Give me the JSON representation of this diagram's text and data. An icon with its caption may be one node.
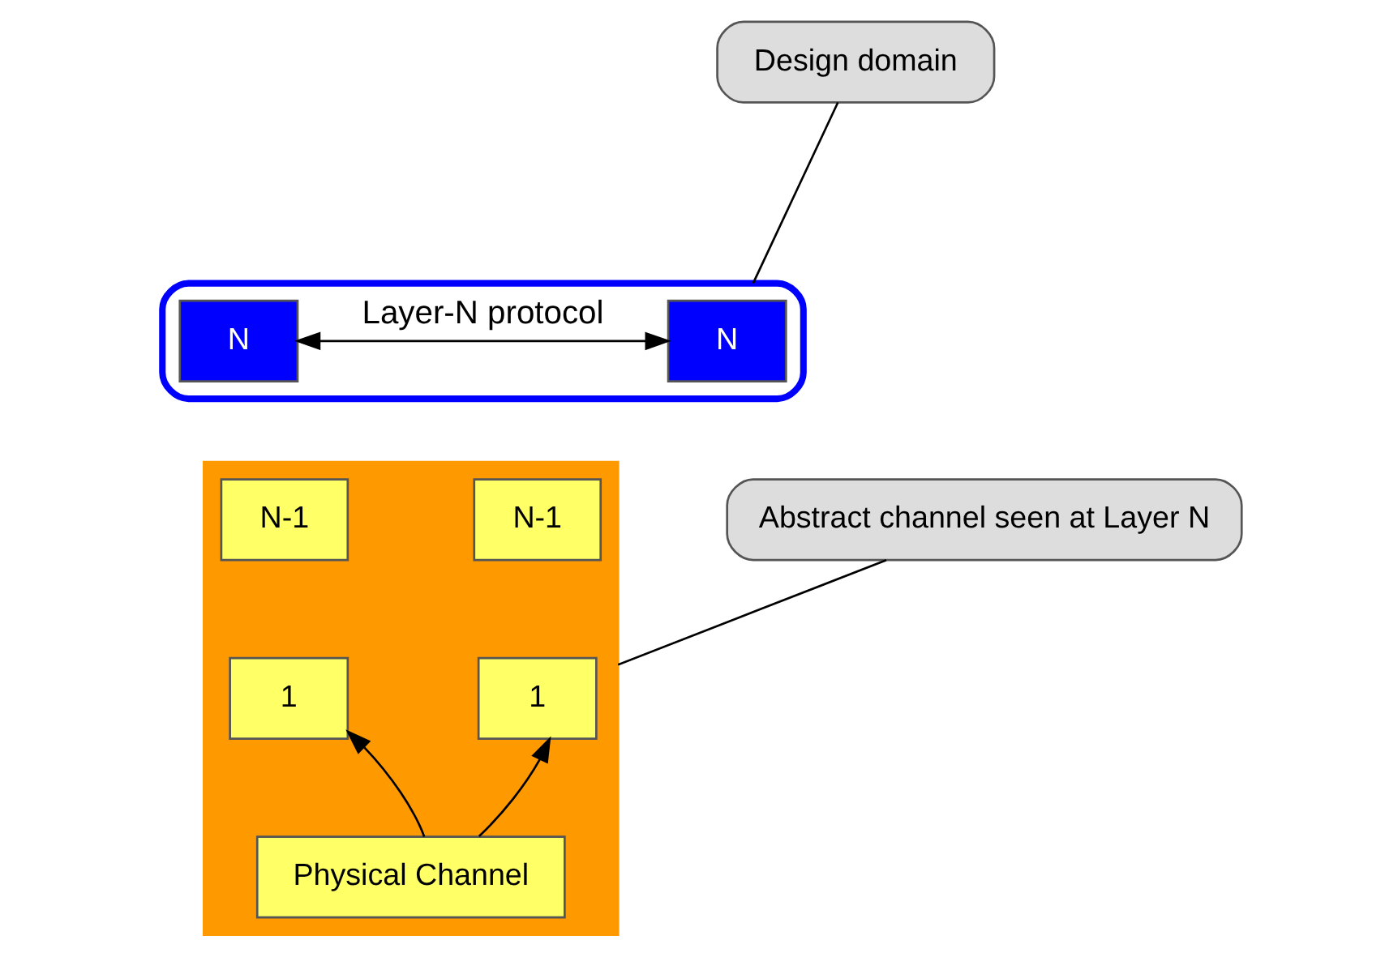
{
  "diagram": {
    "nodes": [
      {
        "text": [],
        "shape": "box"
      },
      {
        "text": [
          "N"
        ],
        "in": 0
      },
      {
        "text": [
          "N"
        ],
        "in": 0
      },
      {
        "text": [
          "Design domain"
        ]
      },
      {
        "text": [],
        "shape": "arrow"
      },
      {
        "text": [
          "N-1"
        ],
        "in": 4
      },
      {
        "text": [
          "1"
        ],
        "in": 4
      },
      {
        "text": [
          "N-1"
        ],
        "in": 4
      },
      {
        "text": [
          "1"
        ],
        "in": 4
      },
      {
        "text": [
          "Physical Channel"
        ],
        "in": 4
      },
      {
        "text": [
          "Abstract channel seen at Layer N"
        ]
      }
    ],
    "edges": [
      {
        "from": 1,
        "to": 2,
        "arrow": "both",
        "label": "Layer-N protocol"
      },
      {
        "from": 9,
        "to": 6,
        "arrow": "to"
      },
      {
        "from": 9,
        "to": 8,
        "arrow": "to"
      },
      {
        "from": 3,
        "to": 0,
        "arrow": "none"
      },
      {
        "from": 10,
        "to": 4,
        "arrow": "none"
      }
    ]
  }
}
